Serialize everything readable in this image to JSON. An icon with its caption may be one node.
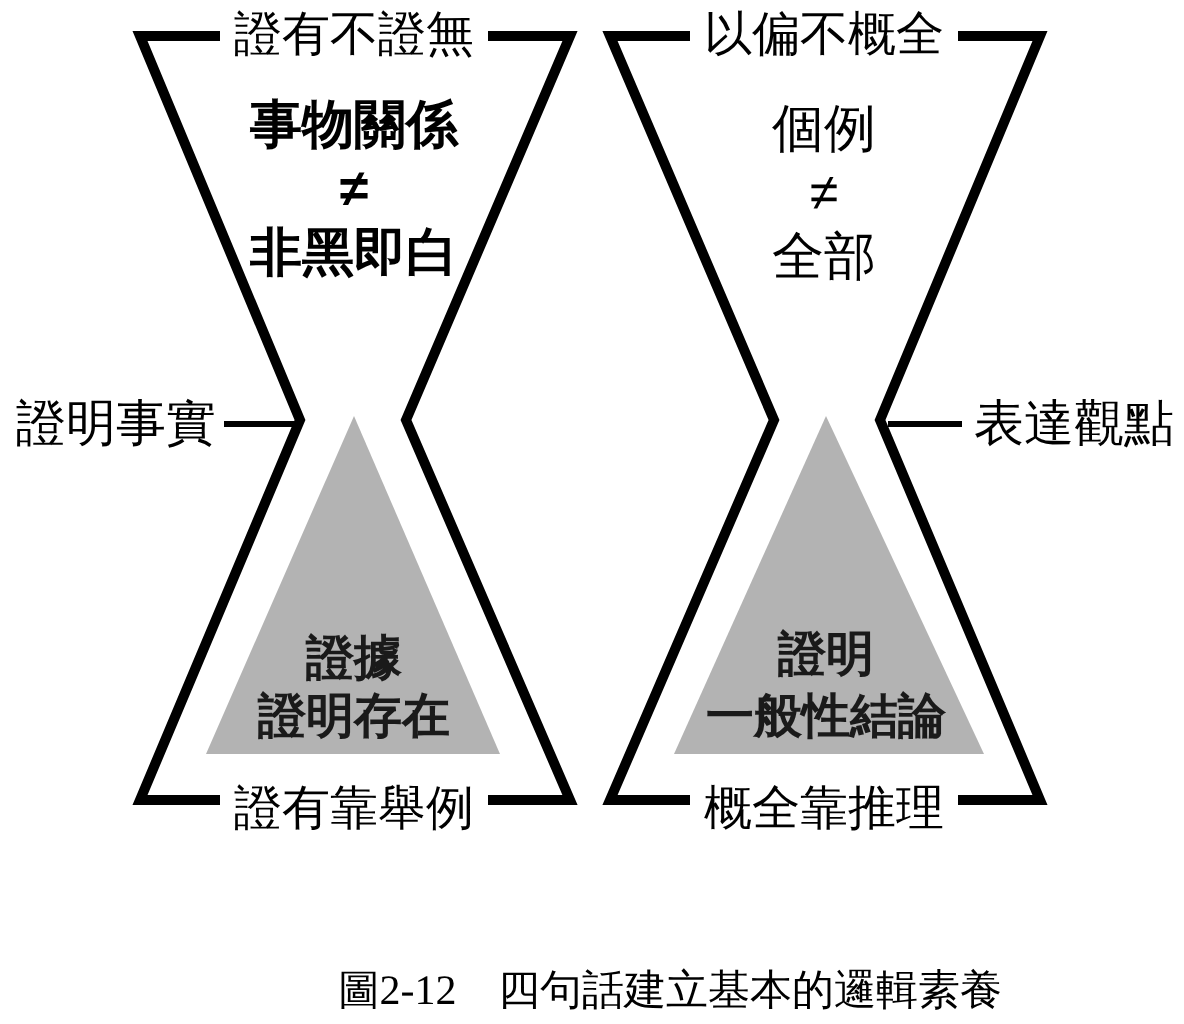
{
  "diagram": {
    "caption": "圖2-12　四句話建立基本的邏輯素養",
    "nodes": [
      {
        "text": [
          "證有不證無",
          "事物關係 ≠ 非黑即白",
          "證有靠舉例"
        ]
      },
      {
        "text": [
          "證據",
          "證明存在"
        ],
        "in": 0
      },
      {
        "text": [
          "證明事實"
        ]
      },
      {
        "text": [
          "以偏不概全",
          "個例 ≠ 全部",
          "概全靠推理"
        ]
      },
      {
        "text": [
          "證明",
          "一般性結論"
        ],
        "in": 3
      },
      {
        "text": [
          "表達觀點"
        ]
      }
    ],
    "edges": [
      {
        "from": 2,
        "to": 0,
        "arrow": "none"
      },
      {
        "from": 5,
        "to": 3,
        "arrow": "none"
      }
    ]
  }
}
